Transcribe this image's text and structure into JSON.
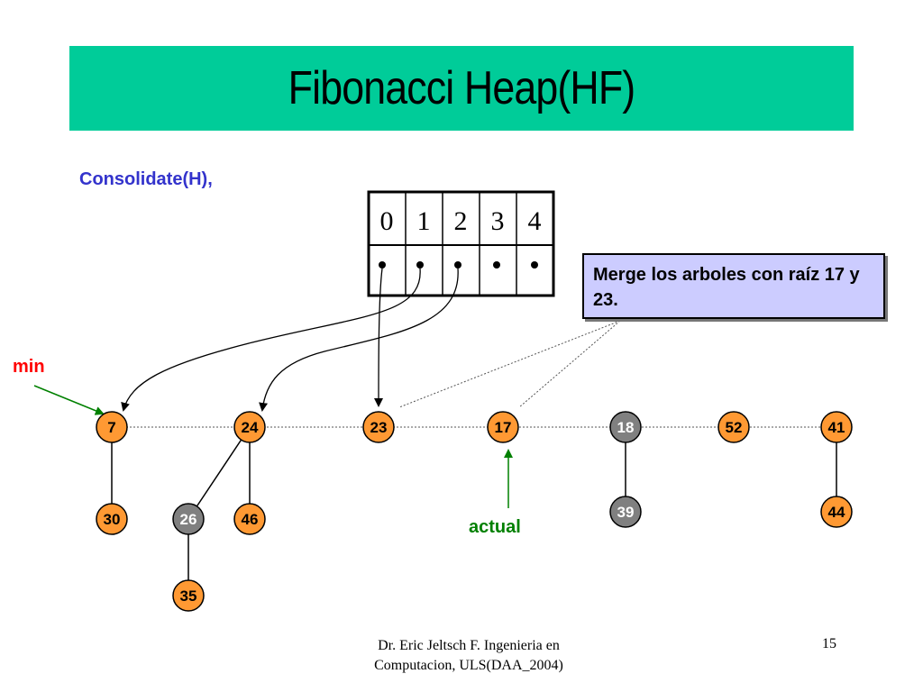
{
  "title": "Fibonacci Heap(HF)",
  "subtitle": "Consolidate(H),",
  "array": {
    "indices": [
      "0",
      "1",
      "2",
      "3",
      "4"
    ]
  },
  "note": "Merge los arboles con raíz 17 y 23.",
  "labels": {
    "min": "min",
    "actual": "actual"
  },
  "nodes": {
    "n7": "7",
    "n24": "24",
    "n23": "23",
    "n17": "17",
    "n18": "18",
    "n52": "52",
    "n41": "41",
    "n30": "30",
    "n26": "26",
    "n46": "46",
    "n39": "39",
    "n44": "44",
    "n35": "35"
  },
  "colors": {
    "title_bg": "#00cc99",
    "node_orange": "#ff9933",
    "node_gray": "#808080",
    "note_bg": "#ccccff",
    "min": "#ff0000",
    "actual": "#008000",
    "subtitle": "#3333cc"
  },
  "footer": {
    "line1": "Dr. Eric Jeltsch F. Ingenieria en",
    "line2": "Computacion, ULS(DAA_2004)",
    "page": "15"
  }
}
